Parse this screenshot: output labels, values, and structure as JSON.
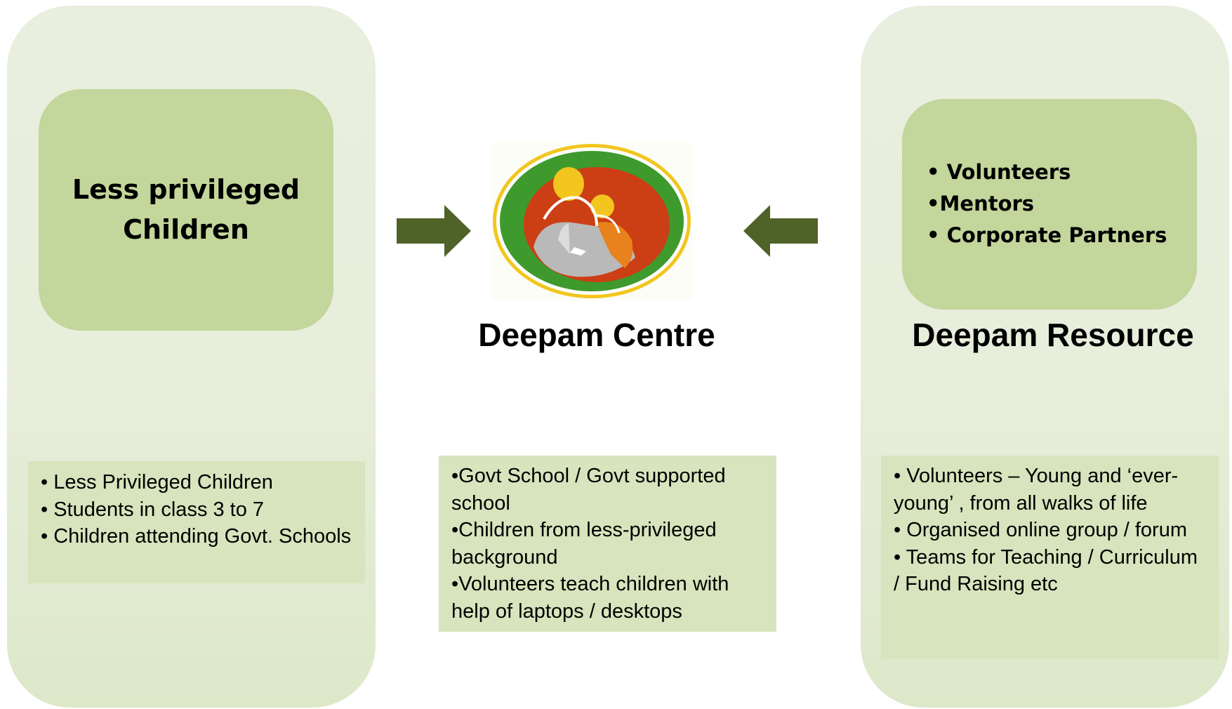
{
  "left": {
    "title": "Less privileged Children",
    "items": [
      "• Less Privileged Children",
      "• Students in class 3 to 7",
      "• Children attending Govt. Schools"
    ]
  },
  "center": {
    "title": "Deepam Centre",
    "items": [
      "•Govt School / Govt supported school",
      "•Children from less-privileged background",
      "•Volunteers teach children with help of laptops / desktops"
    ]
  },
  "right": {
    "title": "Deepam Resource",
    "top_items": [
      "• Volunteers",
      "•Mentors",
      "• Corporate Partners"
    ],
    "items": [
      "• Volunteers – Young  and ‘ever-young’ , from all walks of life",
      "• Organised online group / forum",
      "• Teams  for  Teaching / Curriculum / Fund Raising etc"
    ]
  },
  "colors": {
    "column_bg": "#e9efde",
    "top_box": "#c3d69b",
    "desc_box": "#d7e4bd",
    "arrow": "#4f6228",
    "logo_green": "#3e9a2d",
    "logo_red": "#cc3e14",
    "logo_yellow": "#f2c61f",
    "logo_orange": "#e8821c",
    "logo_grey": "#b9b9b9"
  },
  "icons": {
    "left_arrow": "arrow-right-icon",
    "right_arrow": "arrow-left-icon",
    "logo": "deepam-logo"
  }
}
